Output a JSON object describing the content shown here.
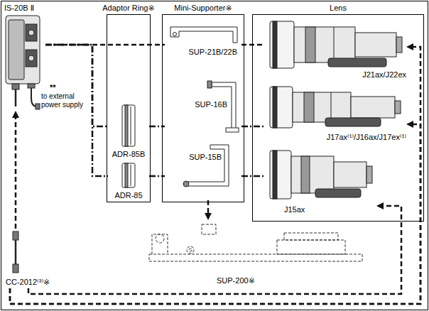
{
  "diagram": {
    "nodes": [
      {
        "text": [
          "IS-20B Ⅱ"
        ]
      },
      {
        "text": [
          "Adaptor Ring※"
        ]
      },
      {
        "text": [
          "ADR-85B"
        ],
        "in": 1
      },
      {
        "text": [
          "ADR-85"
        ],
        "in": 1
      },
      {
        "text": [
          "Mini-Supporter※"
        ]
      },
      {
        "text": [
          "SUP-21B/22B"
        ],
        "in": 4
      },
      {
        "text": [
          "SUP-16B"
        ],
        "in": 4
      },
      {
        "text": [
          "SUP-15B"
        ],
        "in": 4
      },
      {
        "text": [
          "Lens"
        ]
      },
      {
        "text": [
          "J21ax/J22ex"
        ],
        "in": 8
      },
      {
        "text": [
          "J17ax⁽¹⁾/J16ax/J17ex⁽¹⁾"
        ],
        "in": 8
      },
      {
        "text": [
          "J15ax"
        ],
        "in": 8
      },
      {
        "text": [
          "SUP-200※"
        ]
      },
      {
        "text": [
          "CC-2012⁽³⁾※"
        ]
      }
    ],
    "edges": [
      {
        "from": 0,
        "to": 5,
        "arrow": "none"
      },
      {
        "from": 5,
        "to": 9,
        "arrow": "none"
      },
      {
        "from": 0,
        "to": 2,
        "arrow": "none"
      },
      {
        "from": 2,
        "to": 6,
        "arrow": "none"
      },
      {
        "from": 6,
        "to": 10,
        "arrow": "none"
      },
      {
        "from": 0,
        "to": 3,
        "arrow": "none"
      },
      {
        "from": 3,
        "to": 7,
        "arrow": "none"
      },
      {
        "from": 7,
        "to": 11,
        "arrow": "none"
      },
      {
        "from": 7,
        "to": 12,
        "arrow": "to"
      },
      {
        "from": 13,
        "to": 0,
        "arrow": "to"
      },
      {
        "from": 13,
        "to": 9,
        "arrow": "to"
      },
      {
        "from": 13,
        "to": 10,
        "arrow": "to"
      },
      {
        "from": 13,
        "to": 11,
        "arrow": "to"
      }
    ],
    "labels": [
      "**",
      "to external power supply"
    ]
  }
}
